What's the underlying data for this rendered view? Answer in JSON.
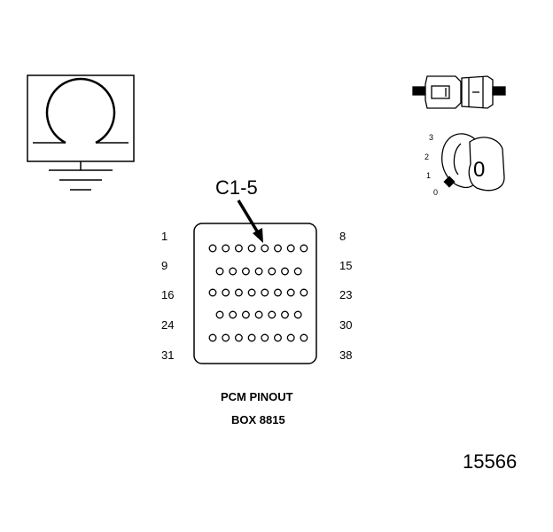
{
  "callout_label": "C1-5",
  "pin_labels_left": [
    "1",
    "9",
    "16",
    "24",
    "31"
  ],
  "pin_labels_right": [
    "8",
    "15",
    "23",
    "30",
    "38"
  ],
  "connector_rows": [
    8,
    7,
    8,
    7,
    8
  ],
  "captions": {
    "line1": "PCM PINOUT",
    "line2": "BOX 8815"
  },
  "figure_number": "15566",
  "switch_positions": [
    "3",
    "2",
    "1",
    "0"
  ],
  "switch_knob_label": "0",
  "icons": {
    "ohmmeter": "ohm-meter-with-ground-icon",
    "connector": "two-part-connector-icon",
    "switch": "rotary-switch-icon"
  }
}
